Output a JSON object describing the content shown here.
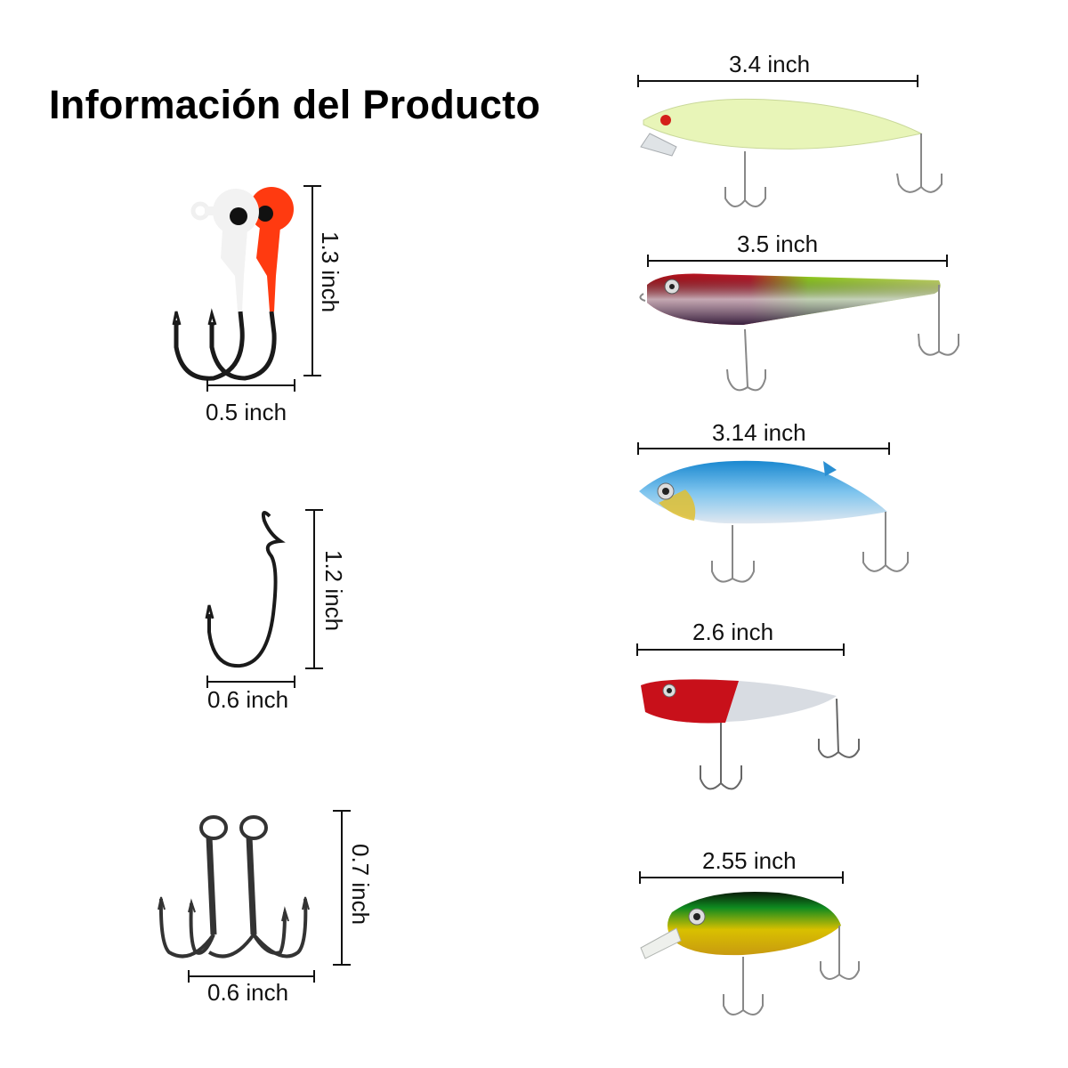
{
  "title": "Información del Producto",
  "items": [
    {
      "name": "Jig head hook",
      "width": "0.5 inch",
      "height": "1.3 inch",
      "colors": [
        "#f2f2f2",
        "#ff3a10"
      ]
    },
    {
      "name": "Worm hook",
      "width": "0.6 inch",
      "height": "1.2 inch"
    },
    {
      "name": "Treble hook",
      "width": "0.6 inch",
      "height": "0.7 inch"
    },
    {
      "name": "Minnow lure glow",
      "length": "3.4 inch",
      "color": "#e8f5b8"
    },
    {
      "name": "Pencil lure red-green",
      "length": "3.5 inch",
      "colors": [
        "#b3121a",
        "#9bdc1e",
        "#c8ccd6"
      ]
    },
    {
      "name": "VIB lure blue",
      "length": "3.14 inch",
      "colors": [
        "#2aa0e0",
        "#e0c030",
        "#d8e4ef"
      ]
    },
    {
      "name": "Popper lure red-silver",
      "length": "2.6 inch",
      "colors": [
        "#c8101a",
        "#d8dce2"
      ]
    },
    {
      "name": "Crankbait green-yellow",
      "length": "2.55 inch",
      "colors": [
        "#0e8a20",
        "#d9b800"
      ]
    }
  ]
}
